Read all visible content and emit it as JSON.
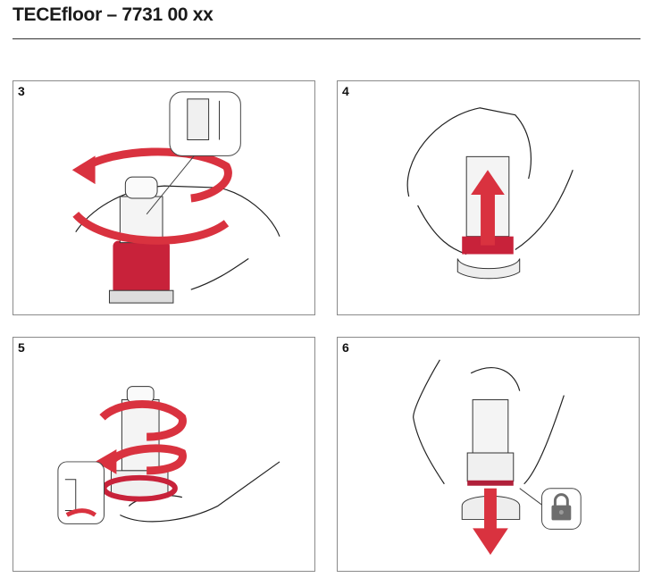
{
  "header": {
    "title": "TECEfloor – 7731 00 xx"
  },
  "steps": [
    {
      "number": "3"
    },
    {
      "number": "4"
    },
    {
      "number": "5"
    },
    {
      "number": "6"
    }
  ],
  "colors": {
    "accent_red": "#d9323f",
    "ring_red": "#b0203a",
    "lock_gray": "#6d6d6d"
  }
}
